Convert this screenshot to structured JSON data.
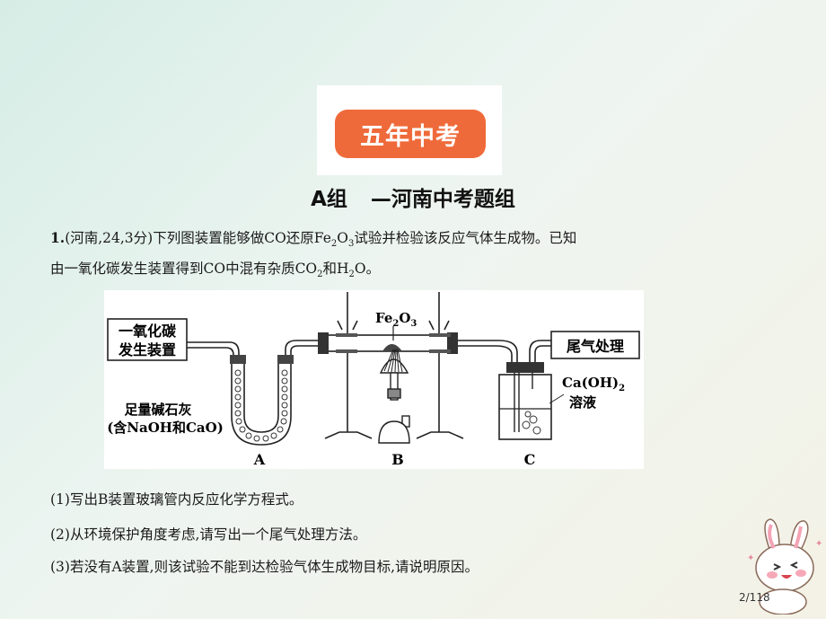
{
  "banner": {
    "label": "五年中考"
  },
  "section": {
    "group": "A组",
    "title": "—河南中考题组"
  },
  "question": {
    "number": "1.",
    "line1_a": "(河南,24,3分)下列图装置能够做CO还原Fe",
    "line1_sub1": "2",
    "line1_b": "O",
    "line1_sub2": "3",
    "line1_c": "试验并检验该反应气体生成物。已知",
    "line2_a": "由一氧化碳发生装置得到CO中混有杂质CO",
    "line2_sub1": "2",
    "line2_b": "和H",
    "line2_sub2": "2",
    "line2_c": "O。"
  },
  "figure": {
    "generator_line1": "一氧化碳",
    "generator_line2": "发生装置",
    "absorbent_line1": "足量碱石灰",
    "absorbent_line2": "(含NaOH和CaO)",
    "reagent_fe": "Fe",
    "reagent_fe_sub1": "2",
    "reagent_o": "O",
    "reagent_o_sub2": "3",
    "tail_gas": "尾气处理",
    "solution_line1": "Ca(OH)",
    "solution_sub": "2",
    "solution_line2": "溶液",
    "label_a": "A",
    "label_b": "B",
    "label_c": "C"
  },
  "sub_questions": [
    "(1)写出B装置玻璃管内反应化学方程式。",
    "(2)从环境保护角度考虑,请写出一个尾气处理方法。",
    "(3)若没有A装置,则该试验不能到达检验气体生成物目标,请说明原因。"
  ],
  "page": {
    "indicator": "2/118"
  },
  "colors": {
    "banner": "#ef6a3a",
    "background_start": "#d6ede6",
    "background_end": "#f4f2e6"
  },
  "decoration": {
    "mascot": "bunny-mascot"
  }
}
